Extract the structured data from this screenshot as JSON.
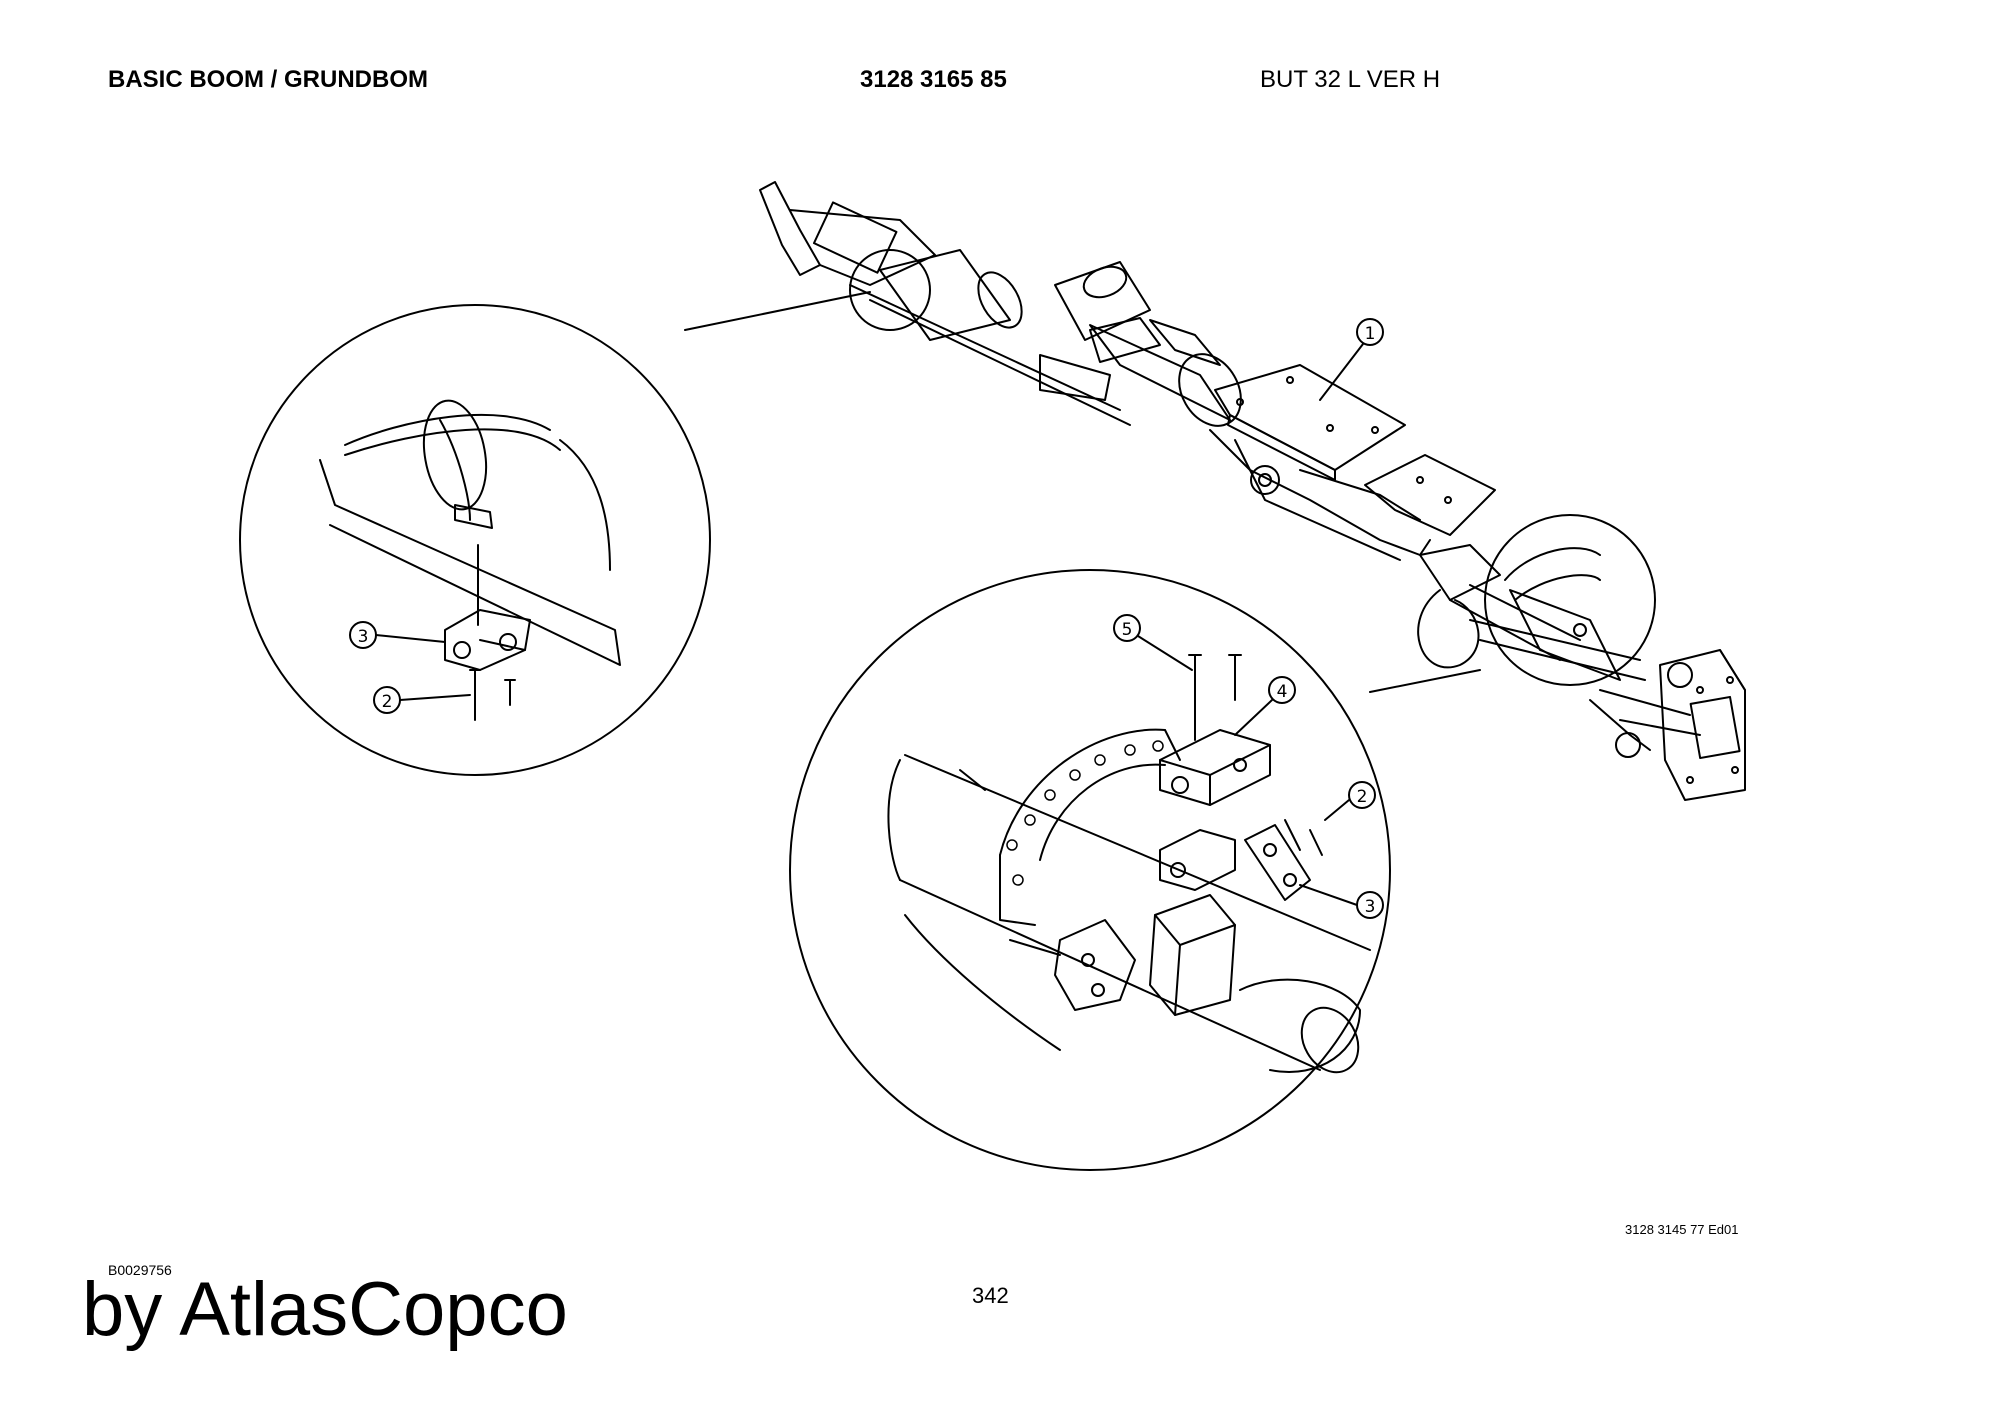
{
  "header": {
    "title": "BASIC BOOM / GRUNDBOM",
    "part_number": "3128 3165 85",
    "model": "BUT 32 L VER H"
  },
  "callouts": [
    "1",
    "2",
    "3",
    "4",
    "5"
  ],
  "footer": {
    "drawing_ref": "3128  3145 77 Ed01",
    "image_id": "B0029756",
    "page_number": "342",
    "brand": "by AtlasCopco"
  }
}
